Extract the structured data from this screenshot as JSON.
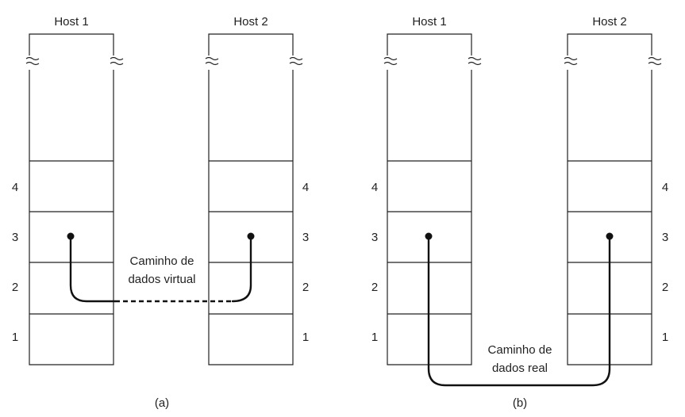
{
  "diagram_a": {
    "host_left": "Host 1",
    "host_right": "Host 2",
    "layers": [
      "4",
      "3",
      "2",
      "1"
    ],
    "path_label_line1": "Caminho de",
    "path_label_line2": "dados virtual",
    "caption": "(a)"
  },
  "diagram_b": {
    "host_left": "Host 1",
    "host_right": "Host 2",
    "layers": [
      "4",
      "3",
      "2",
      "1"
    ],
    "path_label_line1": "Caminho de",
    "path_label_line2": "dados real",
    "caption": "(b)"
  }
}
